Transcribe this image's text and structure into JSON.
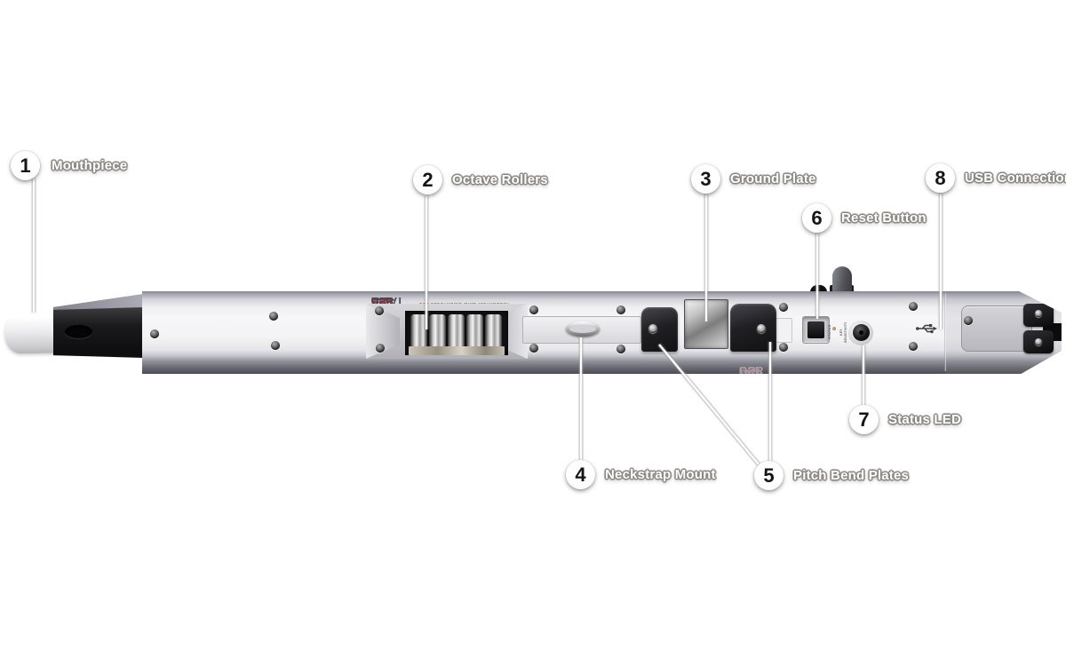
{
  "callouts": [
    {
      "number": "1",
      "label": "Mouthpiece"
    },
    {
      "number": "2",
      "label": "Octave Rollers"
    },
    {
      "number": "3",
      "label": "Ground Plate"
    },
    {
      "number": "4",
      "label": "Neckstrap Mount"
    },
    {
      "number": "5",
      "label": "Pitch Bend Plates"
    },
    {
      "number": "6",
      "label": "Reset Button"
    },
    {
      "number": "7",
      "label": "Status LED"
    },
    {
      "number": "8",
      "label": "USB Connection"
    }
  ],
  "branding": {
    "maker": "AKAI",
    "maker_sub": "professional",
    "model_ewi": "EWI",
    "model_usb": "USB",
    "tagline": "USB ELECTRONIC WIND INSTRUMENT"
  },
  "panel_labels": {
    "status": "STATUS",
    "key_sensitivity_1": "KEY",
    "key_sensitivity_2": "SENSITIVITY"
  },
  "icons": {
    "usb": "usb-trident-icon"
  },
  "colors": {
    "background": "#ffffff",
    "accent_red": "#c22737",
    "body_silver": "#f3f3f5",
    "hardware_black": "#141416",
    "callout_line": "#ffffff"
  }
}
